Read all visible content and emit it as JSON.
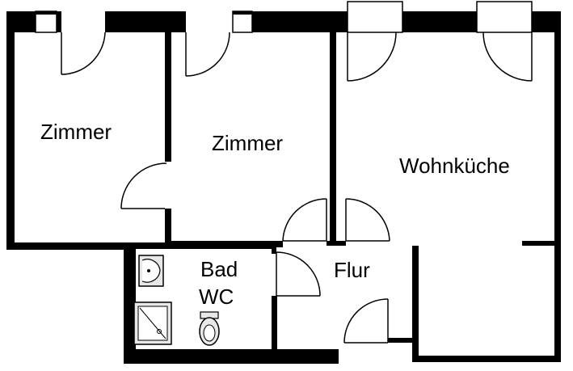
{
  "rooms": {
    "room1": "Zimmer",
    "room2": "Zimmer",
    "kitchen": "Wohnküche",
    "hall": "Flur",
    "bath_line1": "Bad",
    "bath_line2": "WC"
  },
  "colors": {
    "wall": "#000000",
    "background": "#ffffff",
    "fixture_fill": "#e8e8e8"
  },
  "icons": {
    "sink": "sink-icon",
    "shower": "shower-icon",
    "toilet": "toilet-icon"
  }
}
